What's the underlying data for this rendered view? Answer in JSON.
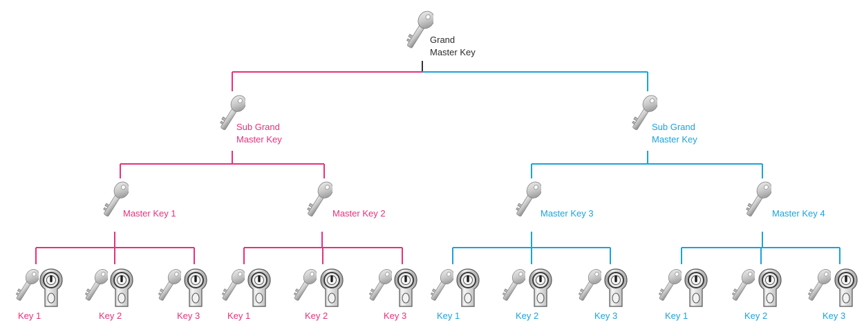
{
  "colors": {
    "grand": "#2b2b2b",
    "pink": "#e8307a",
    "blue": "#1aa3dc",
    "line_dark": "#333333"
  },
  "grand": {
    "line1": "Grand",
    "line2": "Master Key",
    "icon": "key-icon"
  },
  "sub_grand": [
    {
      "line1": "Sub Grand",
      "line2": "Master Key",
      "icon": "key-icon",
      "color": "pink"
    },
    {
      "line1": "Sub Grand",
      "line2": "Master Key",
      "icon": "key-icon",
      "color": "blue"
    }
  ],
  "masters": [
    {
      "label": "Master Key 1",
      "icon": "key-icon",
      "color": "pink"
    },
    {
      "label": "Master Key 2",
      "icon": "key-icon",
      "color": "pink"
    },
    {
      "label": "Master Key 3",
      "icon": "key-icon",
      "color": "blue"
    },
    {
      "label": "Master Key 4",
      "icon": "key-icon",
      "color": "blue"
    }
  ],
  "leaves": [
    {
      "label": "Key 1",
      "color": "pink"
    },
    {
      "label": "Key 2",
      "color": "pink"
    },
    {
      "label": "Key 3",
      "color": "pink"
    },
    {
      "label": "Key 1",
      "color": "pink"
    },
    {
      "label": "Key 2",
      "color": "pink"
    },
    {
      "label": "Key 3",
      "color": "pink"
    },
    {
      "label": "Key 1",
      "color": "blue"
    },
    {
      "label": "Key 2",
      "color": "blue"
    },
    {
      "label": "Key 3",
      "color": "blue"
    },
    {
      "label": "Key 1",
      "color": "blue"
    },
    {
      "label": "Key 2",
      "color": "blue"
    },
    {
      "label": "Key 3",
      "color": "blue"
    }
  ],
  "leaf_icons": {
    "key": "key-icon",
    "lock": "lock-cylinder-icon"
  }
}
